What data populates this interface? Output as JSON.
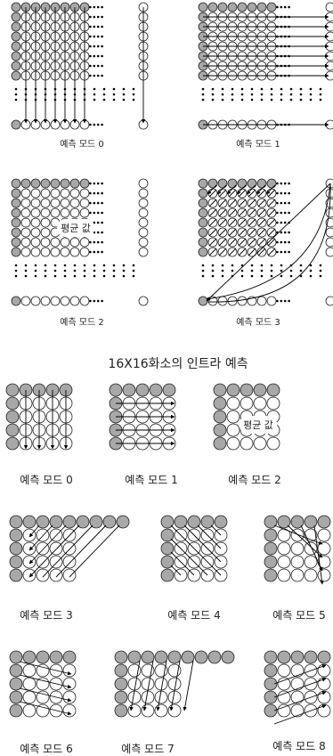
{
  "heading": "16X16화소의 인트라 예측",
  "avg_label": "평균 값",
  "large_modes": [
    {
      "label": "예측 모드 0"
    },
    {
      "label": "예측 모드 1"
    },
    {
      "label": "예측 모드 2"
    },
    {
      "label": "예측 모드 3"
    }
  ],
  "small_modes": [
    {
      "label": "예측 모드 0"
    },
    {
      "label": "예측 모드 1"
    },
    {
      "label": "예측 모드 2"
    },
    {
      "label": "예측 모드 3"
    },
    {
      "label": "예측 모드 4"
    },
    {
      "label": "예측 모드 5"
    },
    {
      "label": "예측 모드 6"
    },
    {
      "label": "예측 모드 7"
    },
    {
      "label": "예측 모드 8"
    }
  ],
  "colors": {
    "reference": "#a8a8a8",
    "predicted": "#ffffff",
    "stroke": "#222222"
  }
}
